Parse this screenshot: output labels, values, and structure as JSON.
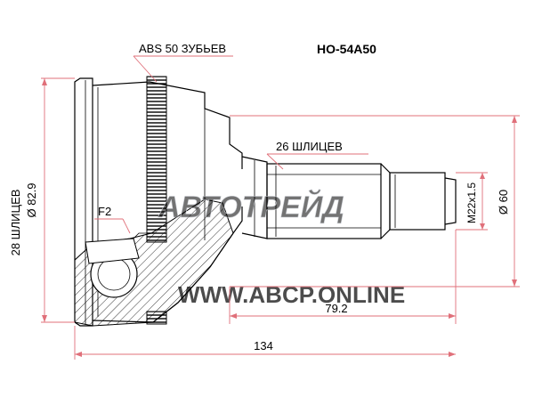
{
  "part_number": "HO-54A50",
  "labels": {
    "abs_teeth": "ABS 50 ЗУБЬЕВ",
    "shaft_splines": "26 ШЛИЦЕВ",
    "housing_splines": "28 ШЛИЦЕВ",
    "housing_diameter": "Ø 82.9",
    "thread": "M22x1.5",
    "shaft_diameter": "Ø 60",
    "overall_length": "134",
    "shaft_length": "79.2",
    "feature": "F2"
  },
  "watermarks": {
    "logo_text": "АВТОТРЕЙД",
    "site": "WWW.ABCP.ONLINE"
  },
  "colors": {
    "dimension_line": "#e0707a",
    "outline": "#000000",
    "watermark": "#d8dbe0"
  }
}
